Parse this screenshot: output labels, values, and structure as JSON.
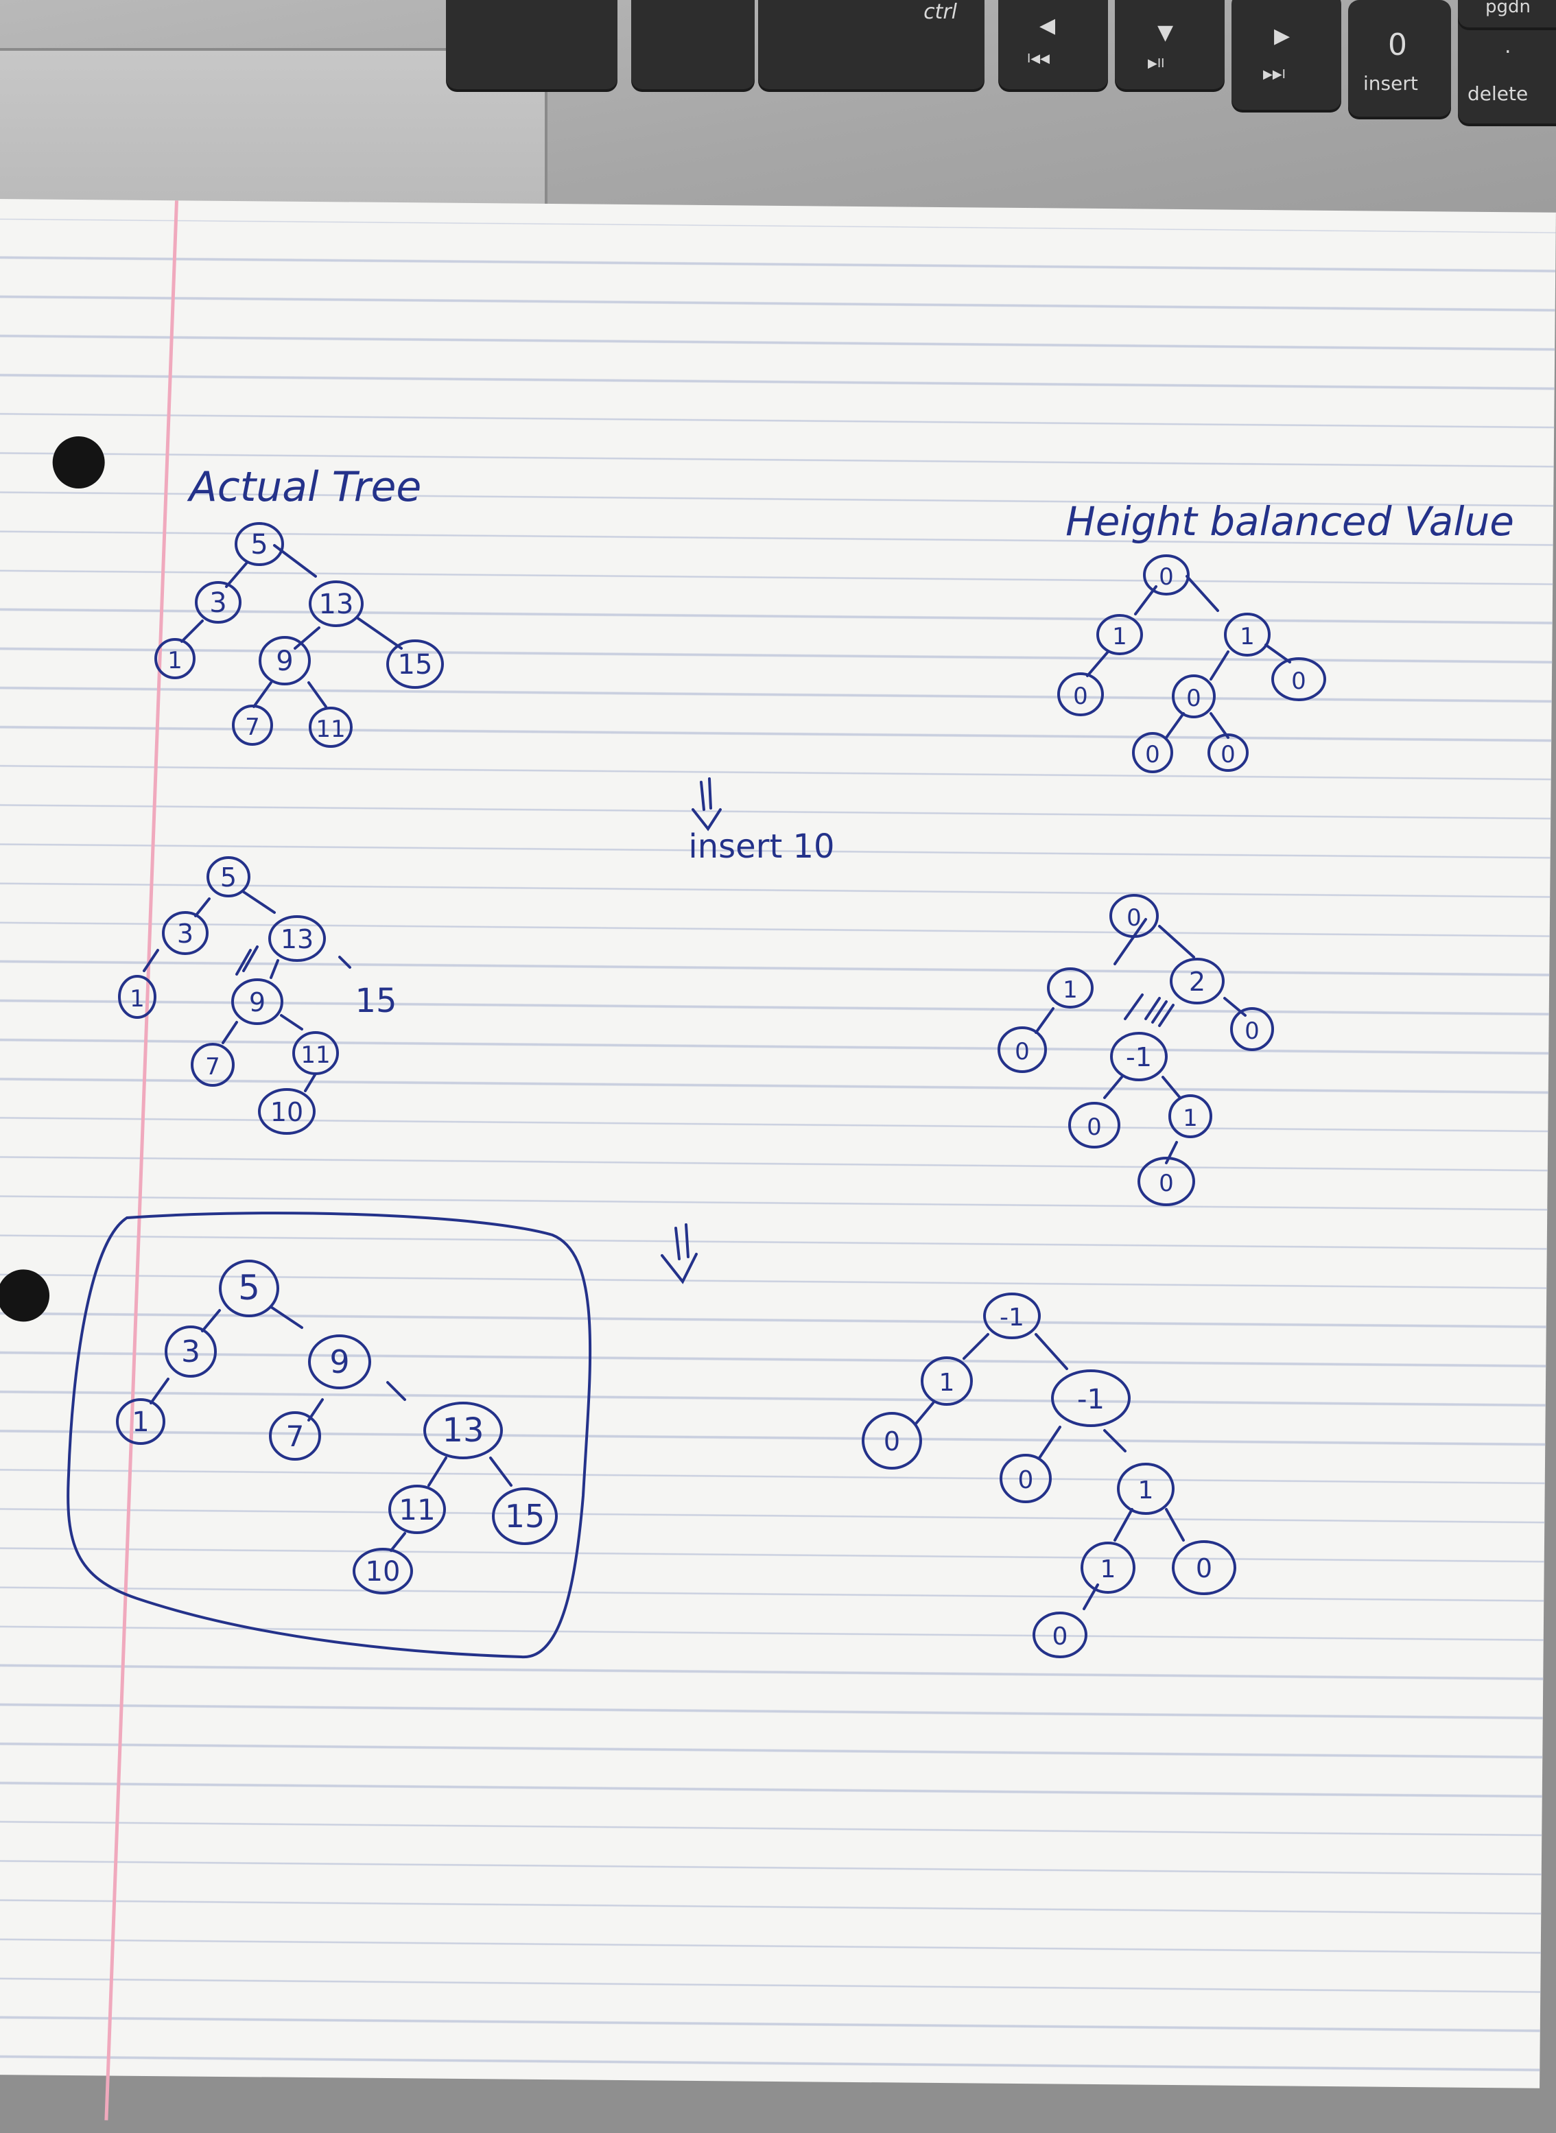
{
  "laptop": {
    "keys": {
      "ctrl": "ctrl",
      "zero_top": "0",
      "insert": "insert",
      "delete": "delete",
      "pgdn": "pgdn",
      "prev_symbol": "◀",
      "down_symbol": "▼",
      "next_symbol": "▶",
      "prev_sub": "I◀◀",
      "play_sub": "▶II",
      "next_sub": "▶▶I",
      "dot": "."
    }
  },
  "notes": {
    "heading_left": "Actual Tree",
    "heading_right": "Height balanced Value",
    "insert_label": "insert 10",
    "arrow_symbol": "⇓",
    "tree1": [
      "5",
      "3",
      "13",
      "1",
      "9",
      "15",
      "7",
      "11"
    ],
    "balance1": [
      "0",
      "1",
      "1",
      "0",
      "0",
      "0",
      "0",
      "0"
    ],
    "tree2": [
      "5",
      "3",
      "13",
      "1",
      "9",
      "15",
      "7",
      "11",
      "10"
    ],
    "balance2": [
      "0",
      "1",
      "2",
      "0",
      "-1",
      "0",
      "0",
      "1",
      "0"
    ],
    "tree3": [
      "5",
      "3",
      "9",
      "1",
      "7",
      "13",
      "11",
      "15",
      "10"
    ],
    "balance3": [
      "-1",
      "1",
      "-1",
      "0",
      "0",
      "1",
      "1",
      "0",
      "0"
    ]
  }
}
